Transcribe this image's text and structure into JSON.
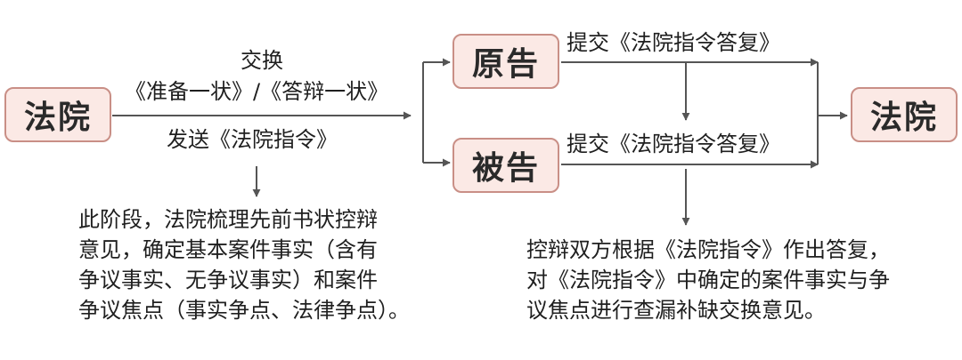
{
  "nodes": {
    "court_left": "法院",
    "plaintiff": "原告",
    "defendant": "被告",
    "court_right": "法院"
  },
  "labels": {
    "exchange": "交换",
    "pleadings": "《准备一状》/《答辩一状》",
    "send_order": "发送《法院指令》",
    "plaintiff_submit": "提交《法院指令答复》",
    "defendant_submit": "提交《法院指令答复》"
  },
  "notes": {
    "court_stage": [
      "此阶段，法院梳理先前书状控辩",
      "意见，确定基本案件事实（含有",
      "争议事实、无争议事实）和案件",
      "争议焦点（事实争点、法律争点）。"
    ],
    "parties_reply": [
      "控辩双方根据《法院指令》作出答复，",
      "对《法院指令》中确定的案件事实与争",
      "议焦点进行查漏补缺交换意见。"
    ]
  },
  "colors": {
    "box_fill": "#fbe9e5",
    "box_border": "#c98f86",
    "line": "#555555"
  }
}
